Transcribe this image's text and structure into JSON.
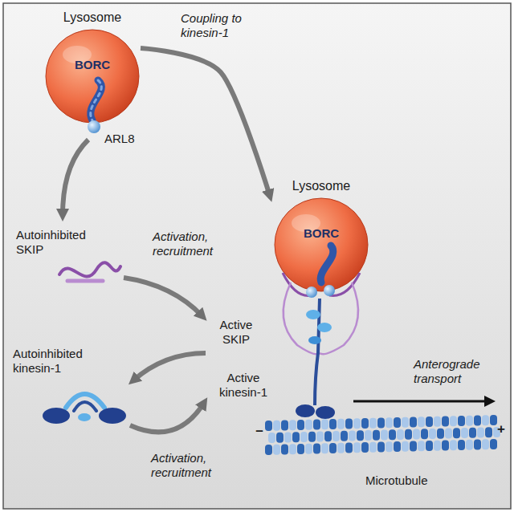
{
  "diagram": {
    "nodes": [
      {
        "text": [
          "Lysosome",
          "BORC"
        ]
      },
      {
        "text": [
          "Lysosome",
          "BORC"
        ]
      }
    ],
    "edges": [
      {
        "from": 0,
        "to": 1,
        "arrow": "to",
        "label": "Coupling to kinesin-1"
      }
    ],
    "labels": [
      "ARL8",
      "Autoinhibited SKIP",
      "Activation, recruitment",
      "Active SKIP",
      "Autoinhibited kinesin-1",
      "Activation, recruitment",
      "Active kinesin-1",
      "Anterograde transport",
      "Microtubule",
      "–",
      "+"
    ]
  }
}
